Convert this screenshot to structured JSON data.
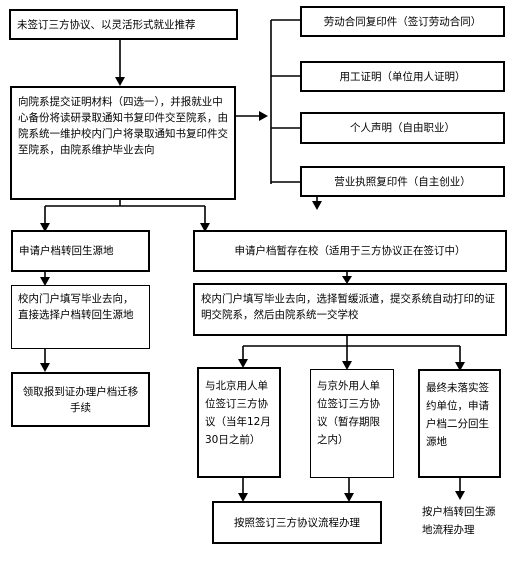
{
  "nodes": {
    "n1": "未签订三方协议、以灵活形式就业推荐",
    "n2": "向院系提交证明材料（四选一），并报就业中心备份将读研录取通知书复印件交至院系，由院系统一维护校内门户将录取通知书复印件交至院系，由院系维护毕业去向",
    "r1": "劳动合同复印件（签订劳动合同）",
    "r2": "用工证明（单位用人证明）",
    "r3": "个人声明（自由职业）",
    "r4": "营业执照复印件（自主创业）",
    "l1": "申请户档转回生源地",
    "l2": "校内门户填写毕业去向，直接选择户档转回生源地",
    "l3": "领取报到证办理户档迁移手续",
    "m1": "申请户档暂存在校（适用于三方协议正在签订中）",
    "m2": "校内门户填写毕业去向，选择暂缓派遣，提交系统自动打印的证明交院系，然后由院系统一交学校",
    "b1": "与北京用人单位签订三方协议（当年12月30日之前）",
    "b2": "与京外用人单位签订三方协议（暂存期限之内）",
    "b3": "最终未落实签约单位，申请户档二分回生源地",
    "f1": "按照签订三方协议流程办理",
    "f2": "按户档转回生源地流程办理"
  }
}
